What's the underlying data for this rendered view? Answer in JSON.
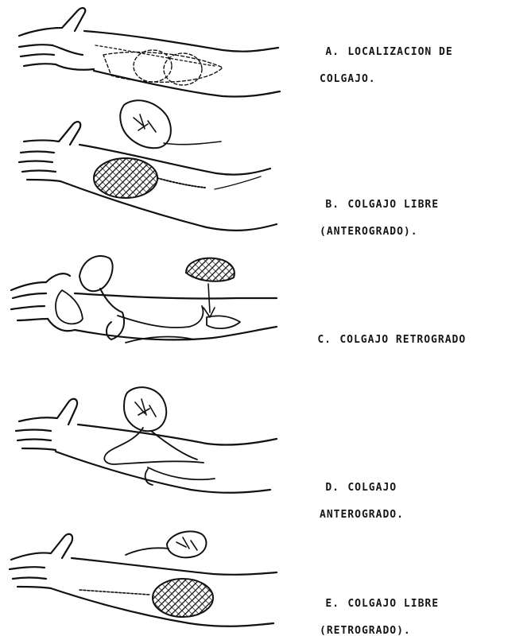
{
  "panels": [
    {
      "letter": "A.",
      "lines": [
        "LOCALIZACION DE",
        "COLGAJO."
      ]
    },
    {
      "letter": "B.",
      "lines": [
        "COLGAJO LIBRE",
        "(ANTEROGRADO)."
      ]
    },
    {
      "letter": "C.",
      "lines": [
        "COLGAJO RETROGRADO"
      ]
    },
    {
      "letter": "D.",
      "lines": [
        "COLGAJO",
        "ANTEROGRADO."
      ]
    },
    {
      "letter": "E.",
      "lines": [
        "COLGAJO LIBRE",
        "(RETROGRADO)."
      ]
    }
  ],
  "colors": {
    "ink": "#111111",
    "paper": "#ffffff"
  }
}
